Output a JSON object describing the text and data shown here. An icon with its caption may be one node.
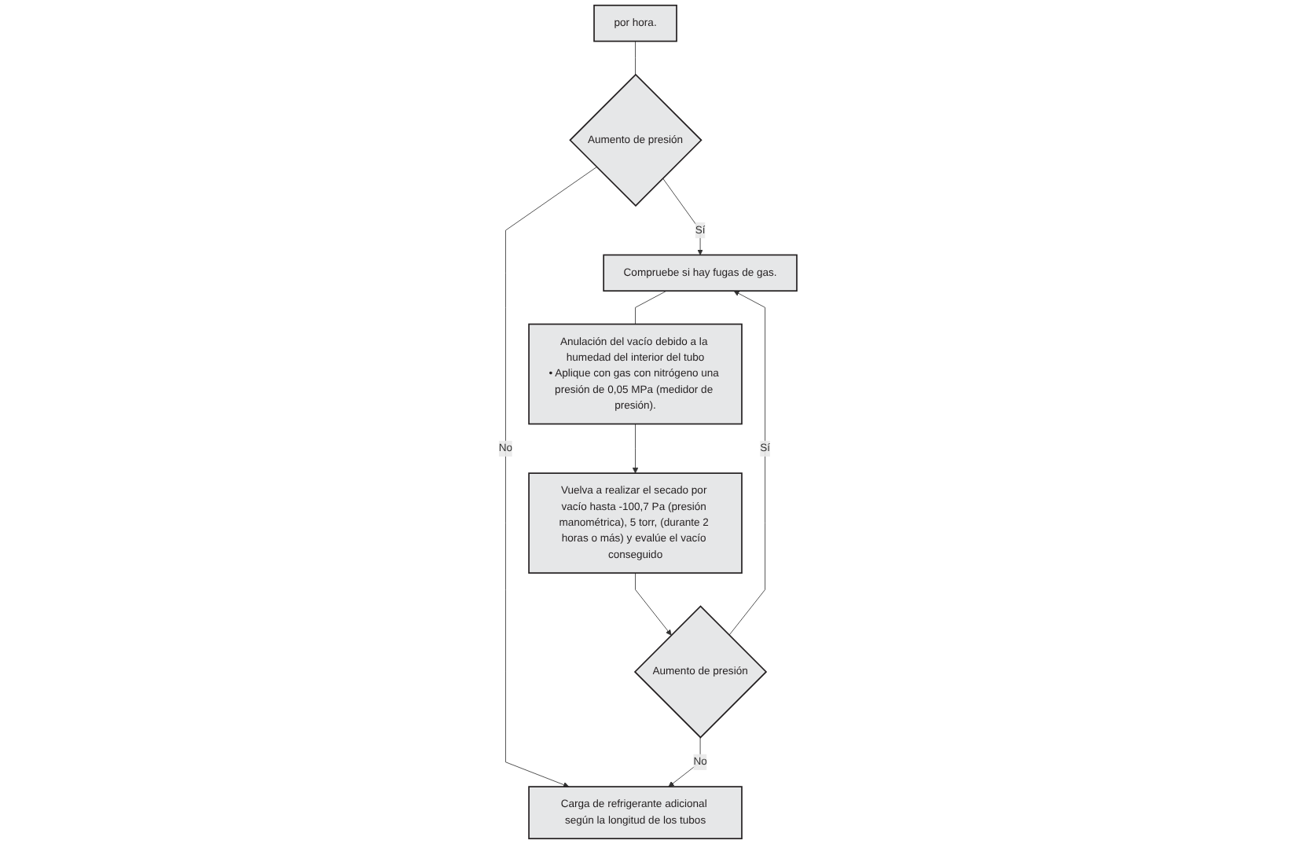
{
  "diagram": {
    "nodes": [
      {
        "text": [
          "por hora."
        ]
      },
      {
        "text": [
          "Aumento de presión"
        ]
      },
      {
        "text": [
          "Compruebe si hay fugas de gas."
        ]
      },
      {
        "text": [
          "Anulación del vacío debido a la humedad del interior del tubo",
          "• Aplique con gas con nitrógeno una presión de 0,05 MPa (medidor de presión)."
        ]
      },
      {
        "text": [
          "Carga de refrigerante adicional según la longitud de los tubos"
        ]
      },
      {
        "text": [
          "Vuelva a realizar el secado por vacío hasta -100,7 Pa (presión manométrica), 5 torr, (durante 2 horas o más) y evalúe el vacío conseguido"
        ]
      },
      {
        "text": [
          "Aumento de presión"
        ]
      }
    ],
    "edges": [
      {
        "from": 0,
        "to": 1,
        "arrow": "none"
      },
      {
        "from": 1,
        "to": 2,
        "arrow": "to",
        "label": "Sí"
      },
      {
        "from": 1,
        "to": 4,
        "arrow": "to",
        "label": "No"
      },
      {
        "from": 2,
        "to": 3,
        "arrow": "none"
      },
      {
        "from": 3,
        "to": 5,
        "arrow": "to"
      },
      {
        "from": 5,
        "to": 6,
        "arrow": "to"
      },
      {
        "from": 6,
        "to": 4,
        "arrow": "to",
        "label": "No"
      },
      {
        "from": 6,
        "to": 2,
        "arrow": "to",
        "label": "Sí"
      }
    ]
  }
}
